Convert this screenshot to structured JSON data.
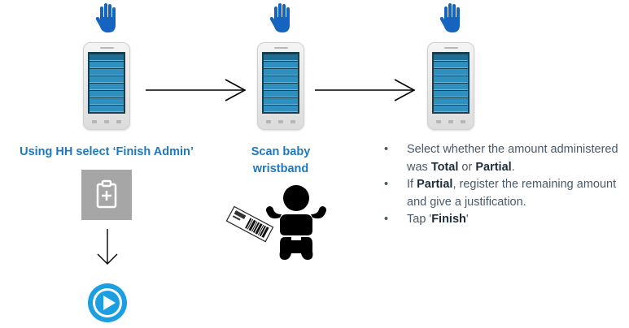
{
  "steps": [
    {
      "caption": "Using HH select ‘Finish Admin’",
      "icons": [
        "hand-icon",
        "phone-icon",
        "clipboard-plus-icon",
        "down-arrow-icon",
        "play-button-icon"
      ]
    },
    {
      "caption_line1": "Scan baby",
      "caption_line2": "wristband",
      "icons": [
        "hand-icon",
        "phone-icon",
        "wristband-barcode-icon",
        "baby-icon"
      ]
    },
    {
      "icons": [
        "hand-icon",
        "phone-icon"
      ],
      "bullets": [
        {
          "dot": "•",
          "pre": "Select whether the amount administered was ",
          "strong1": "Total",
          "mid": " or ",
          "strong2": "Partial",
          "post": "."
        },
        {
          "dot": "•",
          "pre": "If ",
          "strong1": "Partial",
          "post": ", register the remaining amount and give a justification."
        },
        {
          "dot": "•",
          "pre": "Tap '",
          "strong1": "Finish",
          "post": "'"
        }
      ]
    }
  ],
  "colors": {
    "accent_blue": "#1f78bf",
    "hand_blue": "#1565c0",
    "tile_grey": "#a6a6a6",
    "play_blue": "#1b9fe0"
  }
}
